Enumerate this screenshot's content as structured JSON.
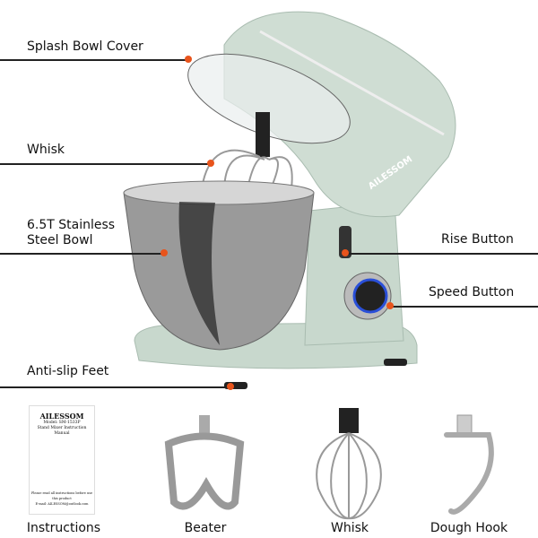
{
  "callouts": {
    "splash_bowl_cover": "Splash Bowl Cover",
    "whisk": "Whisk",
    "bowl_line1": "6.5T Stainless",
    "bowl_line2": "Steel Bowl",
    "anti_slip_feet": "Anti-slip Feet",
    "rise_button": "Rise Button",
    "speed_button": "Speed Button"
  },
  "brand_on_mixer": "AILESSOM",
  "manual": {
    "brand": "AILESSOM",
    "model": "Model: SM-1533P",
    "title": "Stand Mixer Instruction Manual",
    "note": "Please read all instructions before use this product",
    "email": "E-mail: AILESSOM@outlook.com"
  },
  "accessories": [
    {
      "label": "Instructions"
    },
    {
      "label": "Beater"
    },
    {
      "label": "Whisk"
    },
    {
      "label": "Dough Hook"
    }
  ],
  "colors": {
    "body": "#c8d8cd",
    "callout_dot": "#e8541c",
    "speed_ring": "#2a4fd8"
  }
}
